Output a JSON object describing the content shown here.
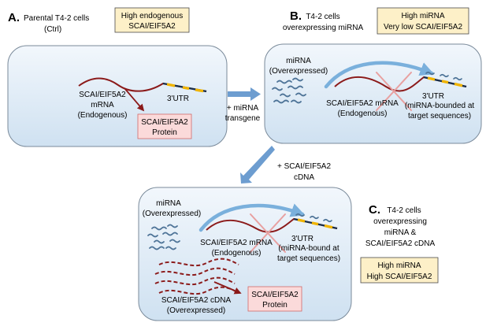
{
  "panelA": {
    "letter": "A.",
    "title1": "Parental T4-2 cells",
    "title2": "(Ctrl)",
    "box1": "High endogenous",
    "box2": "SCAI/EIF5A2",
    "mrna1": "SCAI/EIF5A2",
    "mrna2": "mRNA",
    "mrna3": "(Endogenous)",
    "utr": "3'UTR",
    "prot1": "SCAI/EIF5A2",
    "prot2": "Protein"
  },
  "panelB": {
    "letter": "B.",
    "title1": "T4-2 cells",
    "title2": "overexpressing miRNA",
    "box1": "High miRNA",
    "box2": "Very low SCAI/EIF5A2",
    "mirna1": "miRNA",
    "mirna2": "(Overexpressed)",
    "mrna1": "SCAI/EIF5A2 mRNA",
    "mrna2": "(Endogenous)",
    "utr": "3'UTR",
    "bound1": "(miRNA-bounded at",
    "bound2": "target sequences)"
  },
  "panelC": {
    "letter": "C.",
    "title1": "T4-2 cells",
    "title2": "overexpressing",
    "title3": "miRNA &",
    "title4": "SCAI/EIF5A2 cDNA",
    "box1": "High miRNA",
    "box2": "High SCAI/EIF5A2",
    "mirna1": "miRNA",
    "mirna2": "(Overexpressed)",
    "mrna1": "SCAI/EIF5A2 mRNA",
    "mrna2": "(Endogenous)",
    "utr": "3'UTR",
    "bound1": "(miRNA-bound at",
    "bound2": "target sequences)",
    "cdna1": "SCAI/EIF5A2 cDNA",
    "cdna2": "(Overexpressed)",
    "prot1": "SCAI/EIF5A2",
    "prot2": "Protein"
  },
  "arrows": {
    "ab1": "+ miRNA",
    "ab2": "transgene",
    "bc1": "+ SCAI/EIF5A2",
    "bc2": "cDNA"
  }
}
